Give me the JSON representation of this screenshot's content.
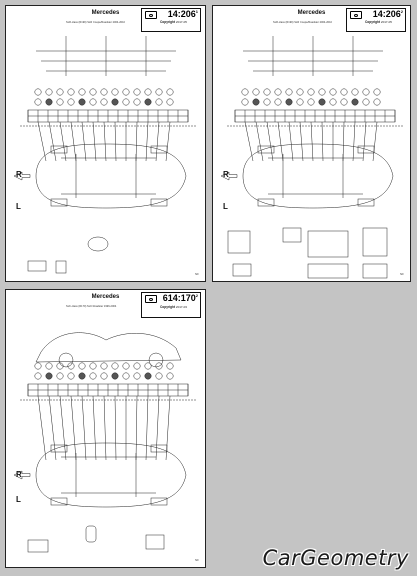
{
  "sheets": [
    {
      "brand": "Mercedes",
      "code": "14:206",
      "code_sup": "1",
      "copyright_word": "Copyright",
      "copyright_year": "2017-05",
      "model_line": "SLR-class (R199) SLR Coupe/Roadster 2004-2010",
      "side_r": "R",
      "side_l": "L",
      "page_mark": "NF"
    },
    {
      "brand": "Mercedes",
      "code": "14:206",
      "code_sup": "2",
      "copyright_word": "Copyright",
      "copyright_year": "2017-05",
      "model_line": "SLR-class (R199) SLR Coupe/Roadster 2004-2010",
      "side_r": "R",
      "side_l": "L",
      "page_mark": "NF"
    },
    {
      "brand": "Mercedes",
      "code": "614:170",
      "code_sup": "2",
      "copyright_word": "Copyright",
      "copyright_year": "2017-03",
      "model_line": "SLK-class (R170) SLK Roadster 1996-2004",
      "side_r": "R",
      "side_l": "L",
      "page_mark": "NF"
    }
  ],
  "footer_logo": "CarGeometry"
}
